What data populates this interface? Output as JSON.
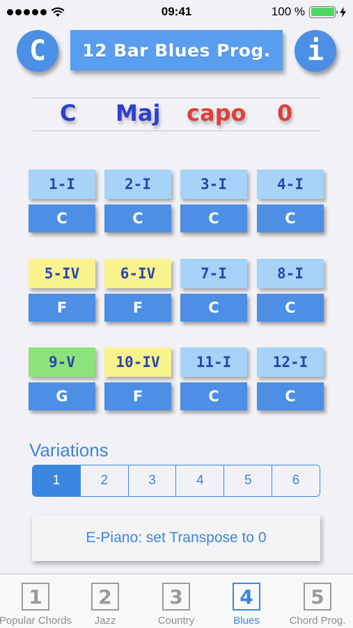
{
  "status_bar": {
    "time": "09:41",
    "battery": "100 %"
  },
  "header": {
    "key_button": "C",
    "title": "12 Bar Blues Prog.",
    "info_button": "i"
  },
  "picker": {
    "key": "C",
    "mode": "Maj",
    "capo_label": "capo",
    "capo_value": "0"
  },
  "bars": [
    {
      "label": "1-I",
      "chord": "C",
      "degree": "I"
    },
    {
      "label": "2-I",
      "chord": "C",
      "degree": "I"
    },
    {
      "label": "3-I",
      "chord": "C",
      "degree": "I"
    },
    {
      "label": "4-I",
      "chord": "C",
      "degree": "I"
    },
    {
      "label": "5-IV",
      "chord": "F",
      "degree": "IV"
    },
    {
      "label": "6-IV",
      "chord": "F",
      "degree": "IV"
    },
    {
      "label": "7-I",
      "chord": "C",
      "degree": "I"
    },
    {
      "label": "8-I",
      "chord": "C",
      "degree": "I"
    },
    {
      "label": "9-V",
      "chord": "G",
      "degree": "V"
    },
    {
      "label": "10-IV",
      "chord": "F",
      "degree": "IV"
    },
    {
      "label": "11-I",
      "chord": "C",
      "degree": "I"
    },
    {
      "label": "12-I",
      "chord": "C",
      "degree": "I"
    }
  ],
  "colors": {
    "I": "#a6d3f7",
    "IV": "#f9f38e",
    "V": "#8de27c",
    "accent": "#3a86e0",
    "chord_button": "#4c8fe5"
  },
  "variations": {
    "label": "Variations",
    "options": [
      "1",
      "2",
      "3",
      "4",
      "5",
      "6"
    ],
    "selected": "1"
  },
  "epiano_button": "E-Piano: set Transpose to 0",
  "tabs": [
    {
      "icon": "1",
      "label": "Popular Chords",
      "active": false
    },
    {
      "icon": "2",
      "label": "Jazz",
      "active": false
    },
    {
      "icon": "3",
      "label": "Country",
      "active": false
    },
    {
      "icon": "4",
      "label": "Blues",
      "active": true
    },
    {
      "icon": "5",
      "label": "Chord Prog.",
      "active": false
    }
  ]
}
